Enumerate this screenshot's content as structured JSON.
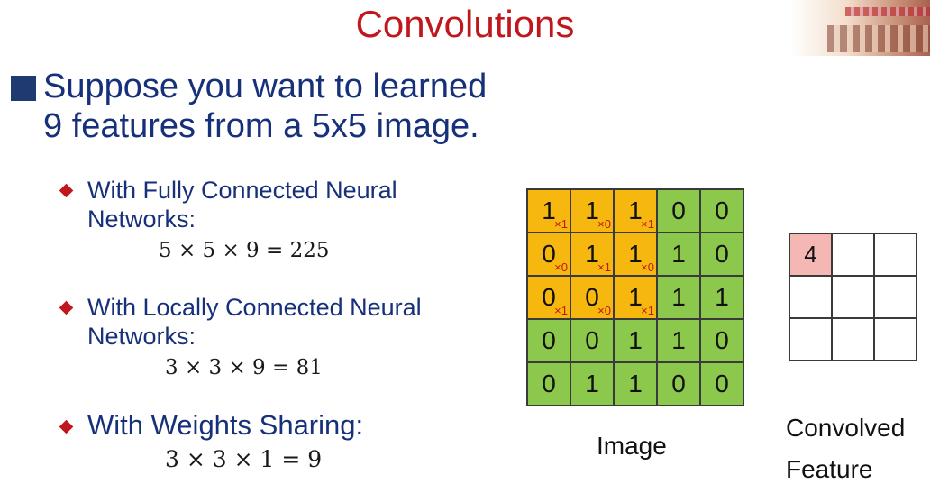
{
  "title": "Convolutions",
  "main_bullet": [
    "Suppose you want to learned",
    "9 features from a 5x5 image."
  ],
  "sub_bullets": [
    {
      "label": [
        "With Fully Connected Neural",
        "Networks:"
      ],
      "formula": "5 × 5 × 9 = 225"
    },
    {
      "label": [
        "With Locally Connected Neural",
        "Networks:"
      ],
      "formula": "3 × 3 × 9 = 81"
    },
    {
      "label": [
        "With Weights Sharing:"
      ],
      "formula": "3 × 3 × 1 = 9"
    }
  ],
  "image_grid": {
    "caption": "Image",
    "rows": [
      [
        "1",
        "1",
        "1",
        "0",
        "0"
      ],
      [
        "0",
        "1",
        "1",
        "1",
        "0"
      ],
      [
        "0",
        "0",
        "1",
        "1",
        "1"
      ],
      [
        "0",
        "0",
        "1",
        "1",
        "0"
      ],
      [
        "0",
        "1",
        "1",
        "0",
        "0"
      ]
    ],
    "kernel_weights": [
      [
        "×1",
        "×0",
        "×1"
      ],
      [
        "×0",
        "×1",
        "×0"
      ],
      [
        "×1",
        "×0",
        "×1"
      ]
    ],
    "colors": {
      "image": "#8cc84b",
      "kernel": "#f6b80e",
      "weight": "#c0171c"
    }
  },
  "feature_grid": {
    "caption": [
      "Convolved",
      "Feature"
    ],
    "rows": [
      [
        "4",
        "",
        ""
      ],
      [
        "",
        "",
        ""
      ],
      [
        "",
        "",
        ""
      ]
    ],
    "highlight_color": "#f4b7b4"
  },
  "colors": {
    "title": "#c0171c",
    "text": "#17307a",
    "bullet": "#1f3a6e"
  }
}
